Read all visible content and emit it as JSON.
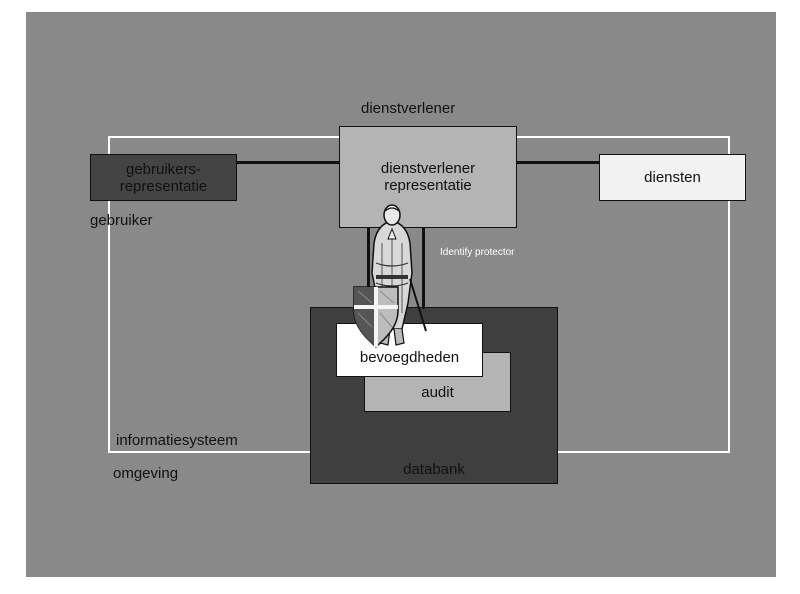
{
  "diagram": {
    "service_provider_heading": "dienstverlener",
    "user_representation": "gebruikers-\nrepresentatie",
    "user": "gebruiker",
    "service_provider_representation": "dienstverlener\nrepresentatie",
    "services": "diensten",
    "protector_label": "Identify protector",
    "authorizations": "bevoegdheden",
    "audit": "audit",
    "information_system": "informatiesysteem",
    "environment": "omgeving",
    "database": "databank"
  },
  "colors": {
    "background": "#898989",
    "user_box": "#444444",
    "provider_box": "#b4b4b4",
    "services_box": "#f2f2f2",
    "database_box": "#3f3f3f",
    "authorizations_box": "#ffffff",
    "audit_box": "#b4b4b4",
    "frame": "#ffffff"
  },
  "icons": {
    "knight": "knight-with-shield-illustration"
  }
}
